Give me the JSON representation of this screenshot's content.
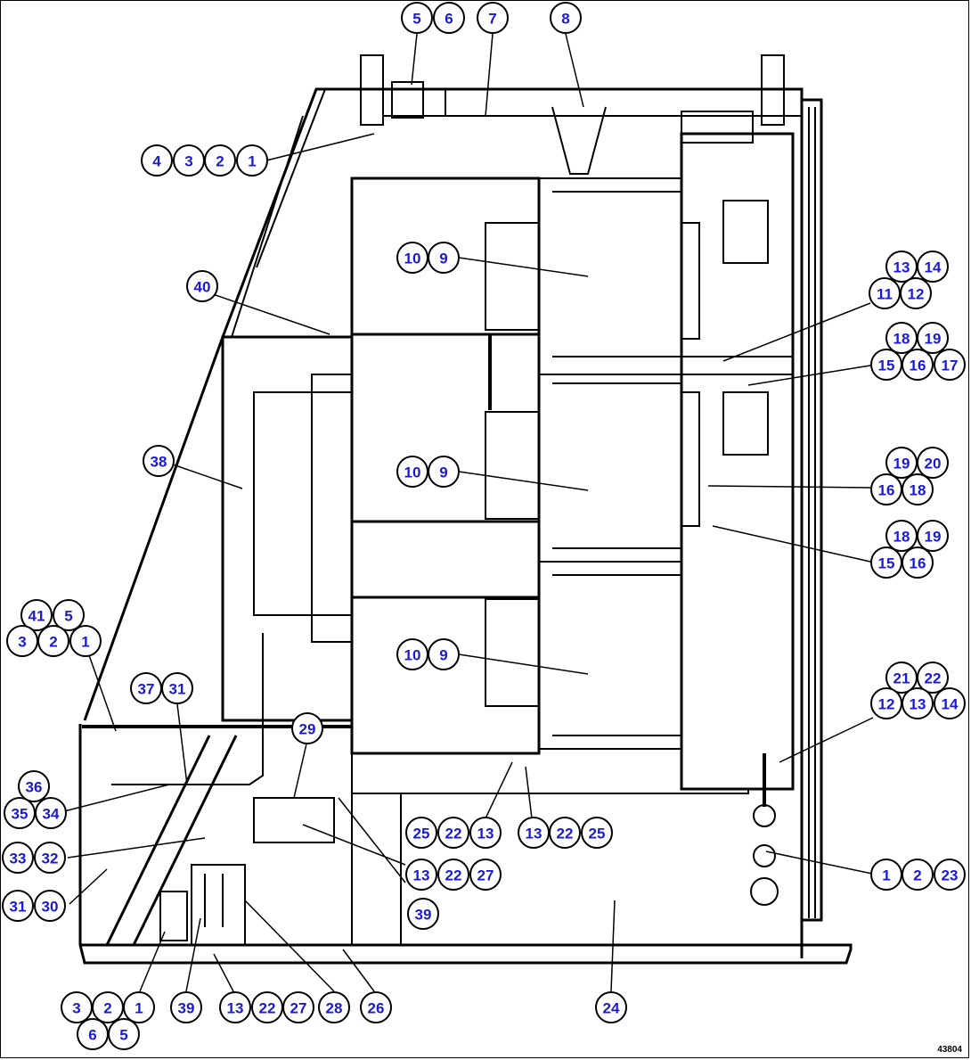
{
  "figure_id": "43804",
  "callout_colors": {
    "text": "#1a1ad6",
    "outline": "#000000",
    "fill": "#ffffff"
  },
  "callouts": [
    {
      "label": "5"
    },
    {
      "label": "6"
    },
    {
      "label": "7"
    },
    {
      "label": "8"
    },
    {
      "label": "4"
    },
    {
      "label": "3"
    },
    {
      "label": "2"
    },
    {
      "label": "1"
    },
    {
      "label": "10"
    },
    {
      "label": "9"
    },
    {
      "label": "40"
    },
    {
      "label": "13"
    },
    {
      "label": "14"
    },
    {
      "label": "11"
    },
    {
      "label": "12"
    },
    {
      "label": "18"
    },
    {
      "label": "19"
    },
    {
      "label": "15"
    },
    {
      "label": "16"
    },
    {
      "label": "17"
    },
    {
      "label": "38"
    },
    {
      "label": "10"
    },
    {
      "label": "9"
    },
    {
      "label": "19"
    },
    {
      "label": "20"
    },
    {
      "label": "16"
    },
    {
      "label": "18"
    },
    {
      "label": "18"
    },
    {
      "label": "19"
    },
    {
      "label": "15"
    },
    {
      "label": "16"
    },
    {
      "label": "41"
    },
    {
      "label": "5"
    },
    {
      "label": "3"
    },
    {
      "label": "2"
    },
    {
      "label": "1"
    },
    {
      "label": "10"
    },
    {
      "label": "9"
    },
    {
      "label": "37"
    },
    {
      "label": "31"
    },
    {
      "label": "21"
    },
    {
      "label": "22"
    },
    {
      "label": "12"
    },
    {
      "label": "13"
    },
    {
      "label": "14"
    },
    {
      "label": "29"
    },
    {
      "label": "36"
    },
    {
      "label": "35"
    },
    {
      "label": "34"
    },
    {
      "label": "25"
    },
    {
      "label": "22"
    },
    {
      "label": "13"
    },
    {
      "label": "13"
    },
    {
      "label": "22"
    },
    {
      "label": "25"
    },
    {
      "label": "33"
    },
    {
      "label": "32"
    },
    {
      "label": "13"
    },
    {
      "label": "22"
    },
    {
      "label": "27"
    },
    {
      "label": "1"
    },
    {
      "label": "2"
    },
    {
      "label": "23"
    },
    {
      "label": "31"
    },
    {
      "label": "30"
    },
    {
      "label": "39"
    },
    {
      "label": "3"
    },
    {
      "label": "2"
    },
    {
      "label": "1"
    },
    {
      "label": "39"
    },
    {
      "label": "13"
    },
    {
      "label": "22"
    },
    {
      "label": "27"
    },
    {
      "label": "28"
    },
    {
      "label": "26"
    },
    {
      "label": "24"
    },
    {
      "label": "6"
    },
    {
      "label": "5"
    }
  ]
}
